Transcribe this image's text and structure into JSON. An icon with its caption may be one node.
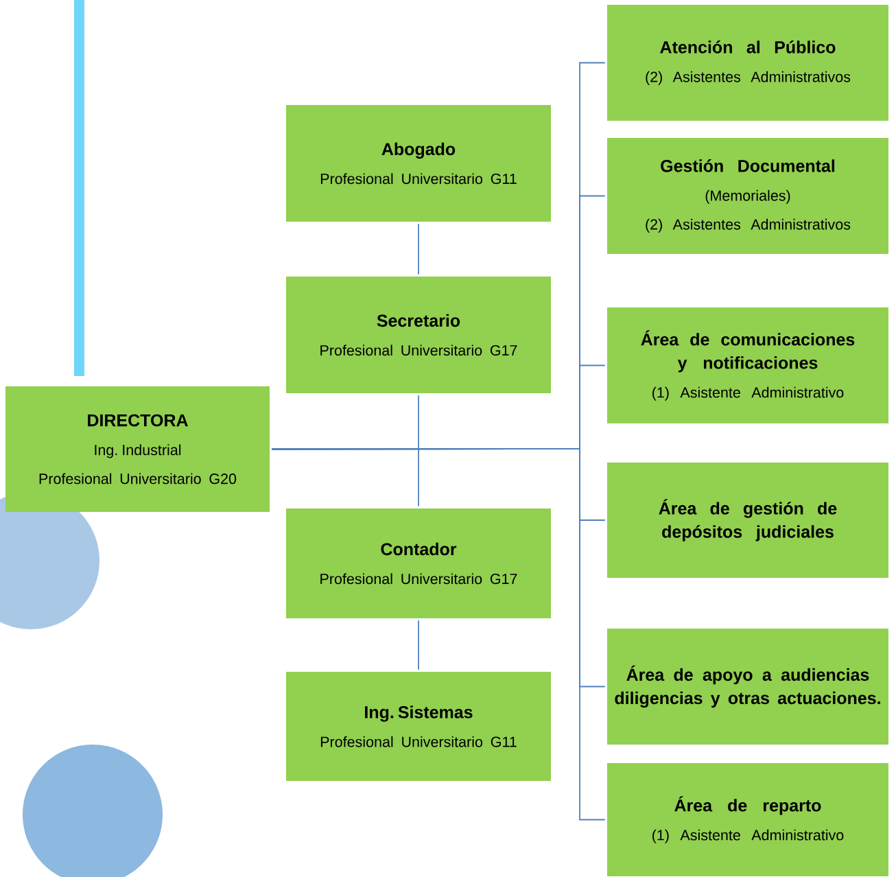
{
  "diagram": {
    "nodes": [
      {
        "text": [
          "DIRECTORA",
          "Ing. Industrial",
          "Profesional Universitario G20"
        ]
      },
      {
        "text": [
          "Abogado",
          "Profesional Universitario G11"
        ]
      },
      {
        "text": [
          "Secretario",
          "Profesional Universitario G17"
        ]
      },
      {
        "text": [
          "Contador",
          "Profesional Universitario G17"
        ]
      },
      {
        "text": [
          "Ing. Sistemas",
          "Profesional Universitario G11"
        ]
      },
      {
        "text": [
          "Atención al Público",
          "(2) Asistentes Administrativos"
        ]
      },
      {
        "text": [
          "Gestión Documental",
          "(Memoriales)",
          "(2) Asistentes Administrativos"
        ]
      },
      {
        "text": [
          "Área de comunicaciones y notificaciones",
          "(1) Asistente Administrativo"
        ]
      },
      {
        "text": [
          "Área de gestión de depósitos judiciales"
        ]
      },
      {
        "text": [
          "Área de apoyo a audiencias diligencias y otras actuaciones."
        ]
      },
      {
        "text": [
          "Área de reparto",
          "(1) Asistente Administrativo"
        ]
      }
    ],
    "edges": [
      {
        "from": 0,
        "to": 5,
        "arrow": "none"
      },
      {
        "from": 0,
        "to": 6,
        "arrow": "none"
      },
      {
        "from": 0,
        "to": 7,
        "arrow": "none"
      },
      {
        "from": 0,
        "to": 8,
        "arrow": "none"
      },
      {
        "from": 0,
        "to": 9,
        "arrow": "none"
      },
      {
        "from": 0,
        "to": 10,
        "arrow": "none"
      },
      {
        "from": 1,
        "to": 2,
        "arrow": "none"
      },
      {
        "from": 2,
        "to": 3,
        "arrow": "none"
      },
      {
        "from": 3,
        "to": 4,
        "arrow": "none"
      }
    ]
  }
}
